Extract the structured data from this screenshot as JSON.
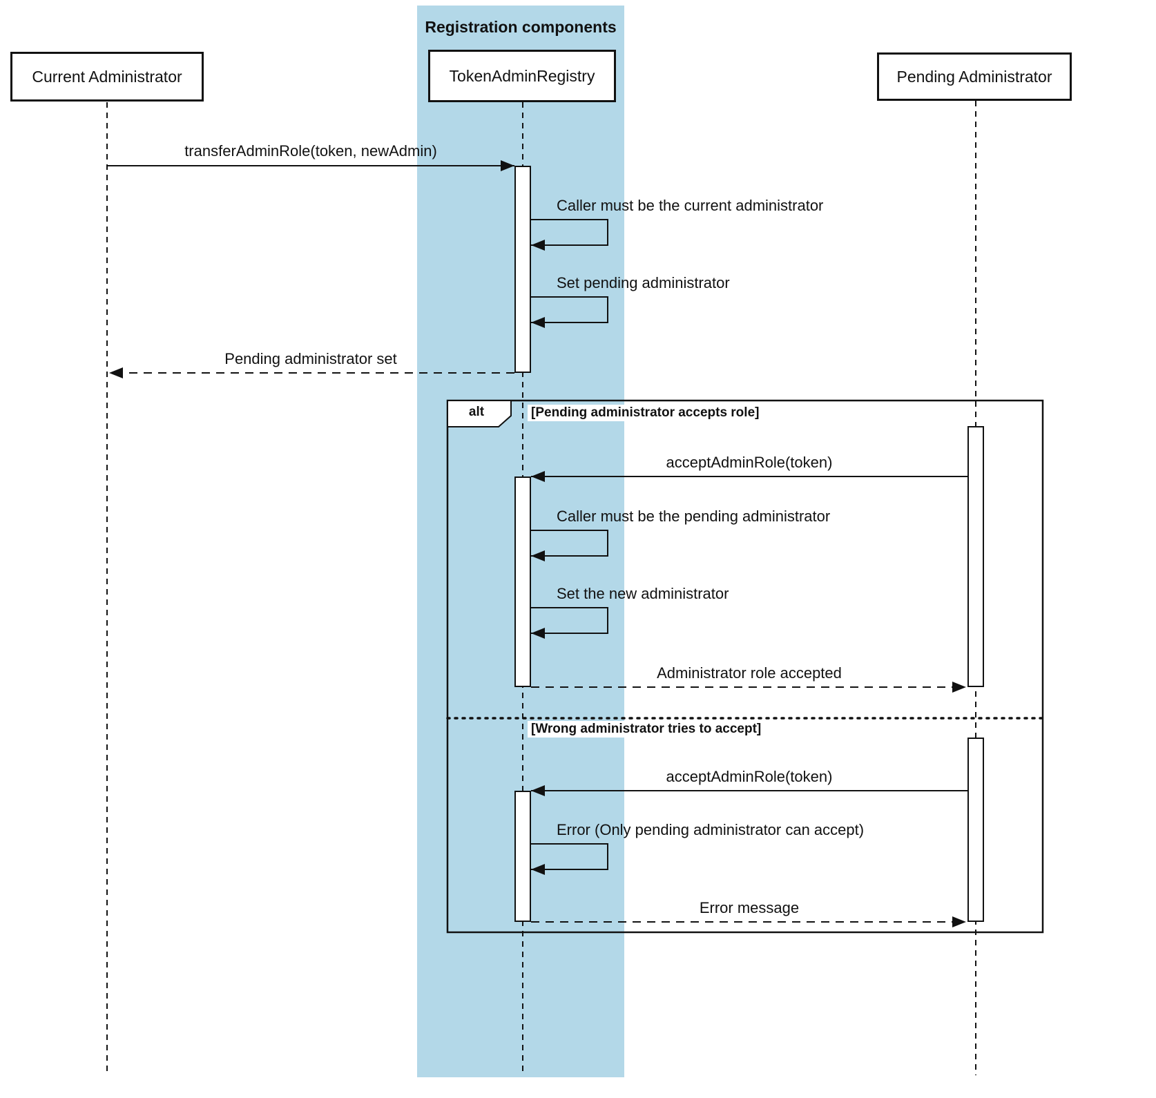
{
  "diagram": {
    "group": {
      "title": "Registration components",
      "fill_color": "#b3d8e8"
    },
    "participants": [
      {
        "name": "Current Administrator"
      },
      {
        "name": "TokenAdminRegistry"
      },
      {
        "name": "Pending Administrator"
      }
    ],
    "messages": [
      {
        "label": "transferAdminRole(token, newAdmin)",
        "type": "solid-arrow",
        "from": "Current Administrator",
        "to": "TokenAdminRegistry"
      },
      {
        "label": "Caller must be the current administrator",
        "type": "self-message",
        "on": "TokenAdminRegistry"
      },
      {
        "label": "Set pending administrator",
        "type": "self-message",
        "on": "TokenAdminRegistry"
      },
      {
        "label": "Pending administrator set",
        "type": "dashed-return",
        "from": "TokenAdminRegistry",
        "to": "Current Administrator"
      },
      {
        "label": "acceptAdminRole(token)",
        "type": "solid-arrow",
        "from": "Pending Administrator",
        "to": "TokenAdminRegistry"
      },
      {
        "label": "Caller must be the pending administrator",
        "type": "self-message",
        "on": "TokenAdminRegistry"
      },
      {
        "label": "Set the new administrator",
        "type": "self-message",
        "on": "TokenAdminRegistry"
      },
      {
        "label": "Administrator role accepted",
        "type": "dashed-return",
        "from": "TokenAdminRegistry",
        "to": "Pending Administrator"
      },
      {
        "label": "acceptAdminRole(token)",
        "type": "solid-arrow",
        "from": "Pending Administrator",
        "to": "TokenAdminRegistry"
      },
      {
        "label": "Error (Only pending administrator can accept)",
        "type": "self-message",
        "on": "TokenAdminRegistry"
      },
      {
        "label": "Error message",
        "type": "dashed-return",
        "from": "TokenAdminRegistry",
        "to": "Pending Administrator"
      }
    ],
    "alt_frame": {
      "operator": "alt",
      "sections": [
        {
          "condition": "[Pending administrator accepts role]"
        },
        {
          "condition": "[Wrong administrator tries to accept]"
        }
      ]
    },
    "colors": {
      "stroke": "#000000",
      "background": "#ffffff",
      "group_fill": "#b3d8e8"
    }
  }
}
